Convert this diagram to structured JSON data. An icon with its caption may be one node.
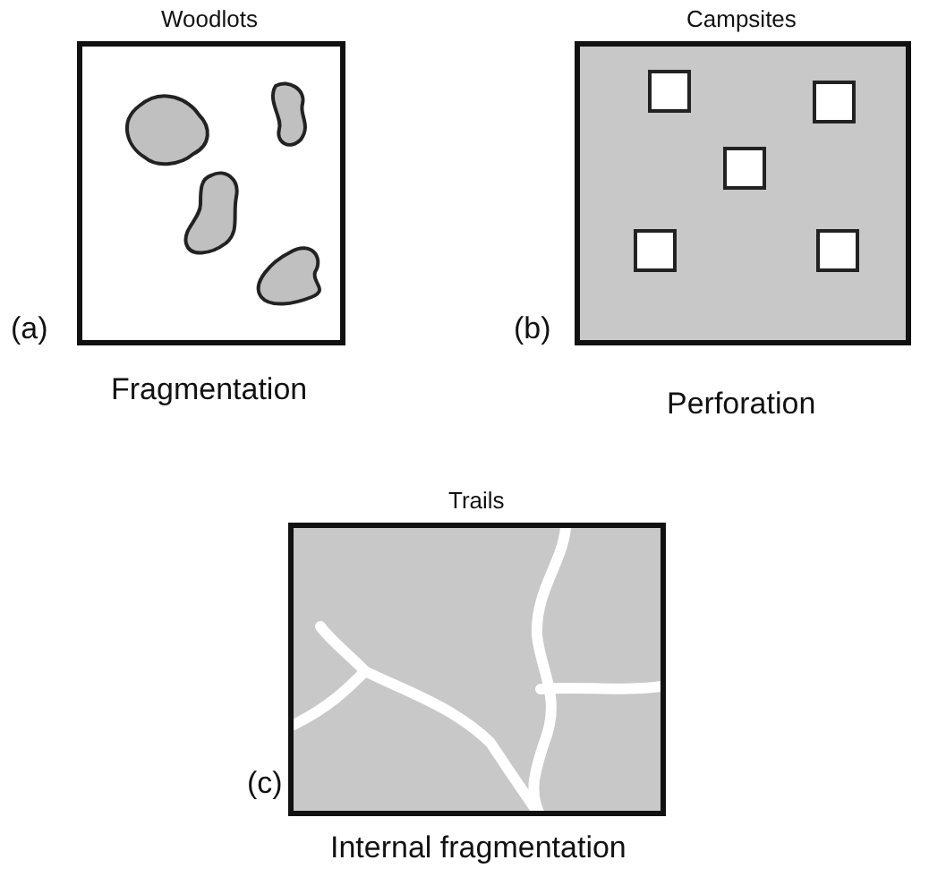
{
  "diagram": {
    "nodes": [
      {
        "text": [
          "Woodlots"
        ],
        "beside": [
          "(a)",
          "Fragmentation"
        ]
      },
      {
        "text": [
          "Campsites"
        ],
        "beside": [
          "(b)",
          "Perforation"
        ]
      },
      {
        "text": [
          "Trails"
        ],
        "beside": [
          "(c)",
          "Internal fragmentation"
        ]
      }
    ]
  }
}
